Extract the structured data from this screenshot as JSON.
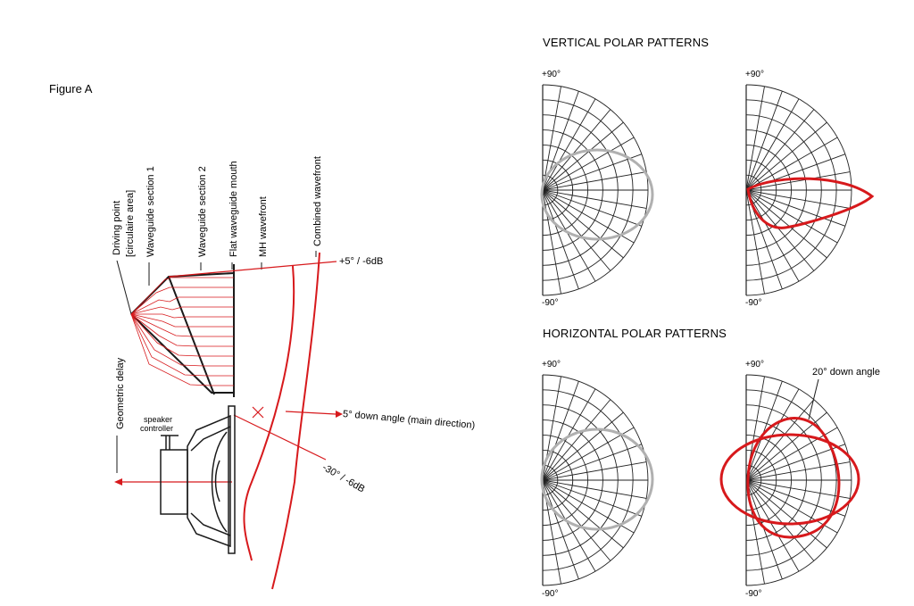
{
  "figure_label": "Figure A",
  "left_diagram": {
    "labels": {
      "driving_point_line1": "Driving point",
      "driving_point_line2": "[circulaire area]",
      "waveguide_section_1": "Waveguide section 1",
      "waveguide_section_2": "Waveguide section 2",
      "flat_mouth": "Flat waveguide mouth",
      "mh_wavefront": "MH wavefront",
      "combined_wavefront": "Combined wavefront",
      "geometric_delay": "Geometric delay",
      "speaker_controller_line1": "speaker",
      "speaker_controller_line2": "controller",
      "plus5": "+5° / -6dB",
      "down_angle": "5° down angle (main direction)",
      "minus30": "-30° / -6dB"
    },
    "colors": {
      "accent": "#d7191c",
      "line": "#1a1a1a"
    }
  },
  "vertical": {
    "title": "VERTICAL POLAR PATTERNS",
    "left": {
      "top": "+90°",
      "bottom": "-90°"
    },
    "right": {
      "top": "+90°",
      "bottom": "-90°"
    }
  },
  "horizontal": {
    "title": "HORIZONTAL POLAR PATTERNS",
    "left": {
      "top": "+90°",
      "bottom": "-90°"
    },
    "right": {
      "top": "+90°",
      "bottom": "-90°",
      "annotation": "20° down angle"
    }
  },
  "colors": {
    "pattern_gray": "#b0b0b0",
    "pattern_red": "#d7191c",
    "grid": "#222222"
  }
}
